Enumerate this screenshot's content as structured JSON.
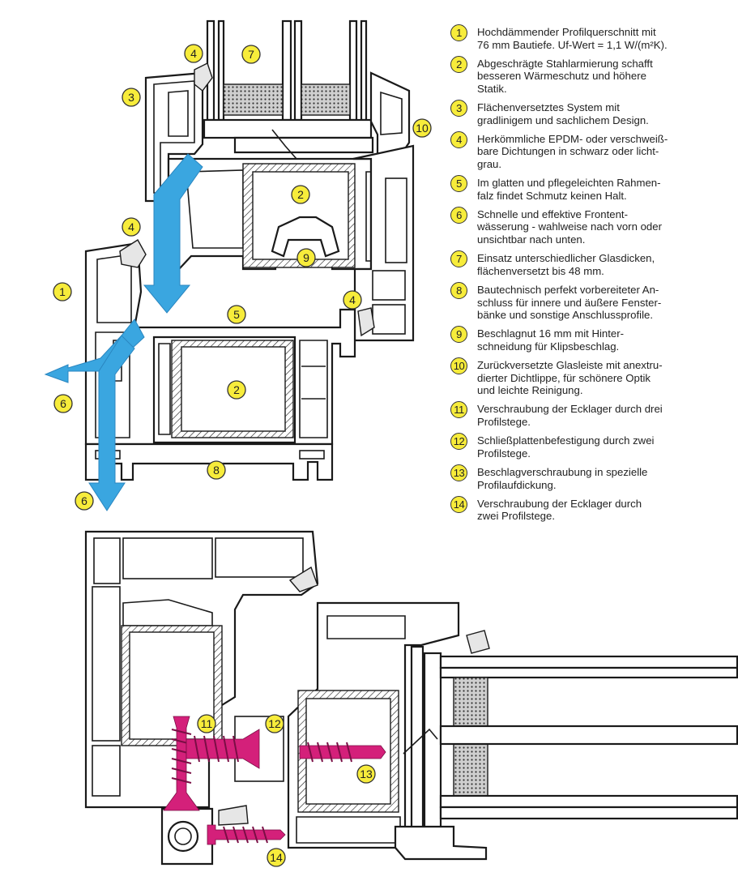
{
  "legend": [
    {
      "num": "1",
      "text": "Hochdämmender Profilquerschnitt mit\n76 mm Bautiefe. Uf-Wert = 1,1 W/(m²K)."
    },
    {
      "num": "2",
      "text": "Abgeschrägte Stahlarmierung schafft\nbesseren Wärmeschutz und höhere\nStatik."
    },
    {
      "num": "3",
      "text": "Flächenversetztes System mit\ngradlinigem und sachlichem Design."
    },
    {
      "num": "4",
      "text": "Herkömmliche EPDM- oder verschweiß-\nbare Dichtungen in schwarz oder licht-\ngrau."
    },
    {
      "num": "5",
      "text": "Im glatten und pflegeleichten Rahmen-\nfalz findet Schmutz keinen Halt."
    },
    {
      "num": "6",
      "text": "Schnelle und effektive Frontent-\nwässerung - wahlweise nach vorn oder\nunsichtbar nach unten."
    },
    {
      "num": "7",
      "text": "Einsatz unterschiedlicher Glasdicken,\nflächenversetzt bis 48 mm."
    },
    {
      "num": "8",
      "text": "Bautechnisch perfekt vorbereiteter An-\nschluss für innere und äußere Fenster-\nbänke und sonstige Anschlussprofile."
    },
    {
      "num": "9",
      "text": "Beschlagnut 16 mm mit Hinter-\nschneidung für Klipsbeschlag."
    },
    {
      "num": "10",
      "text": "Zurückversetzte Glasleiste mit anextru-\ndierter Dichtlippe, für schönere Optik\nund leichte Reinigung."
    },
    {
      "num": "11",
      "text": "Verschraubung der Ecklager durch drei\nProfilstege."
    },
    {
      "num": "12",
      "text": "Schließplattenbefestigung durch zwei\nProfilstege."
    },
    {
      "num": "13",
      "text": "Beschlagverschraubung in spezielle\nProfilaufdickung."
    },
    {
      "num": "14",
      "text": "Verschraubung der Ecklager durch\nzwei Profilstege."
    }
  ],
  "markers": {
    "m1": "1",
    "m2a": "2",
    "m2b": "2",
    "m3": "3",
    "m4a": "4",
    "m4b": "4",
    "m4c": "4",
    "m5": "5",
    "m6a": "6",
    "m6b": "6",
    "m7": "7",
    "m8": "8",
    "m9": "9",
    "m10": "10",
    "m11": "11",
    "m12": "12",
    "m13": "13",
    "m14": "14"
  },
  "colors": {
    "marker_fill": "#f7ec3b",
    "water_arrow": "#3aa6e0",
    "screw": "#d4207a"
  }
}
